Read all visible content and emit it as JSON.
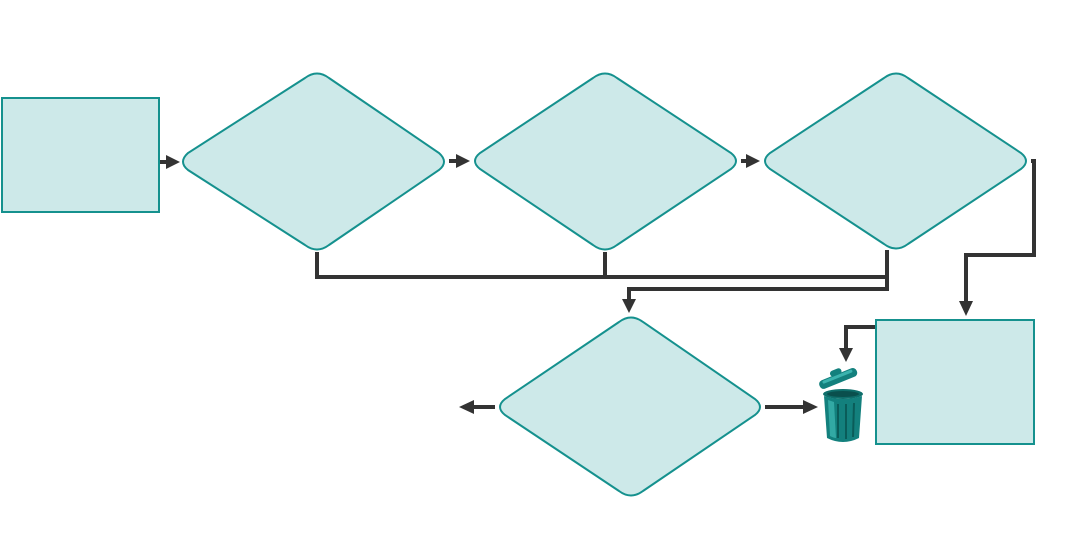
{
  "diagram": {
    "nodes": [
      {
        "id": "start-box",
        "kind": "rectangle",
        "label": ""
      },
      {
        "id": "decision-1",
        "kind": "diamond",
        "label": ""
      },
      {
        "id": "decision-2",
        "kind": "diamond",
        "label": ""
      },
      {
        "id": "decision-3",
        "kind": "diamond",
        "label": ""
      },
      {
        "id": "decision-4",
        "kind": "diamond",
        "label": ""
      },
      {
        "id": "process-box",
        "kind": "rectangle",
        "label": ""
      },
      {
        "id": "discard",
        "kind": "icon",
        "icon": "trash-can-icon"
      }
    ],
    "edges": [
      {
        "from": "start-box",
        "to": "decision-1"
      },
      {
        "from": "decision-1",
        "to": "decision-2"
      },
      {
        "from": "decision-2",
        "to": "decision-3"
      },
      {
        "from": "decision-3",
        "to": "process-box"
      },
      {
        "from": "process-box",
        "to": "discard"
      },
      {
        "from": "decision-1",
        "to": "decision-4"
      },
      {
        "from": "decision-2",
        "to": "decision-4"
      },
      {
        "from": "decision-3",
        "to": "decision-4"
      },
      {
        "from": "decision-4",
        "to": "discard"
      },
      {
        "from": "decision-4",
        "to": "exit-left"
      }
    ],
    "colors": {
      "fill": "#cde9e9",
      "stroke": "#15918e",
      "connector": "#333333",
      "icon": "#13807d"
    }
  }
}
